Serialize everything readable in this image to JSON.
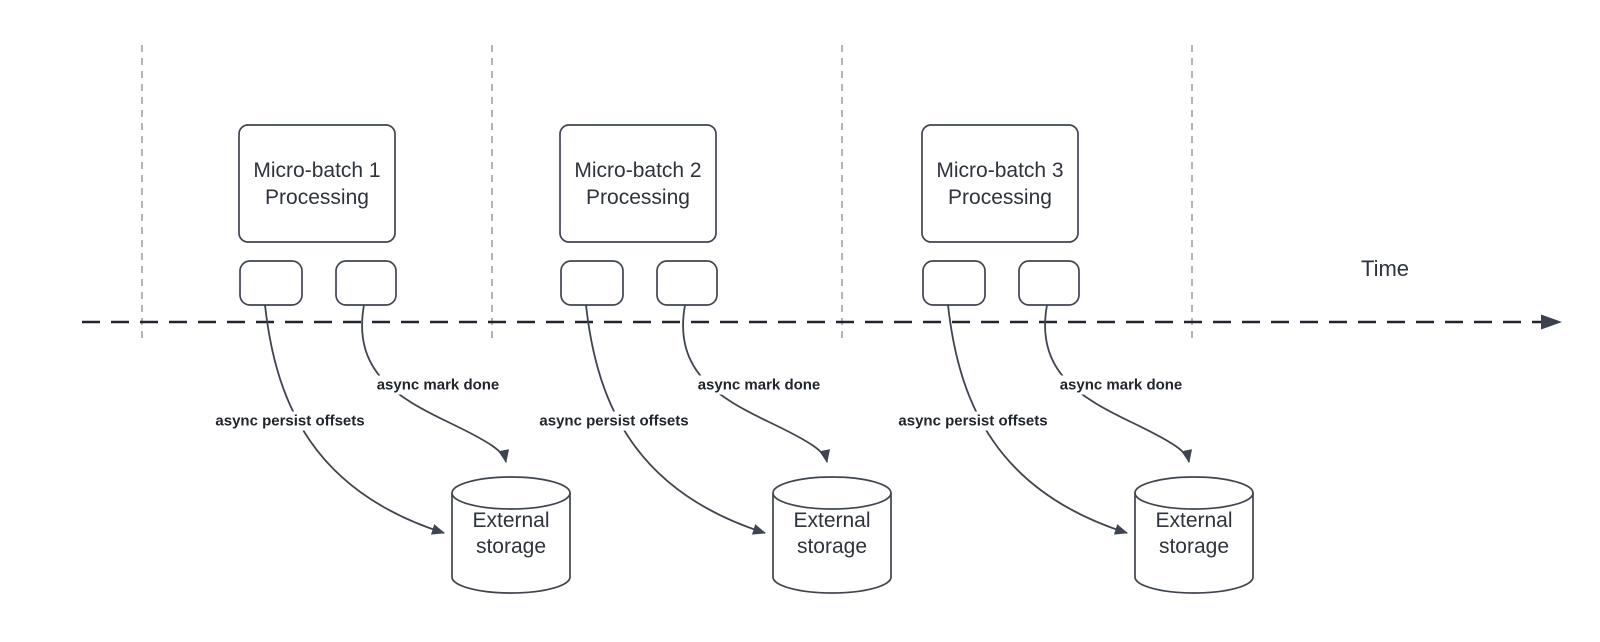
{
  "diagram": {
    "time_label": "Time",
    "groups": [
      {
        "box_title_line1": "Micro-batch 1",
        "box_title_line2": "Processing",
        "persist_label": "async persist offsets",
        "mark_done_label": "async mark done",
        "storage_line1": "External",
        "storage_line2": "storage"
      },
      {
        "box_title_line1": "Micro-batch 2",
        "box_title_line2": "Processing",
        "persist_label": "async persist offsets",
        "mark_done_label": "async mark done",
        "storage_line1": "External",
        "storage_line2": "storage"
      },
      {
        "box_title_line1": "Micro-batch 3",
        "box_title_line2": "Processing",
        "persist_label": "async persist offsets",
        "mark_done_label": "async mark done",
        "storage_line1": "External",
        "storage_line2": "storage"
      }
    ],
    "colors": {
      "background": "#ffffff",
      "shape_stroke": "#3f4550",
      "timeline": "#23252e",
      "guide_line": "#b2b6ba",
      "text": "#2e333c",
      "bold_label_text": "#21252c"
    }
  }
}
